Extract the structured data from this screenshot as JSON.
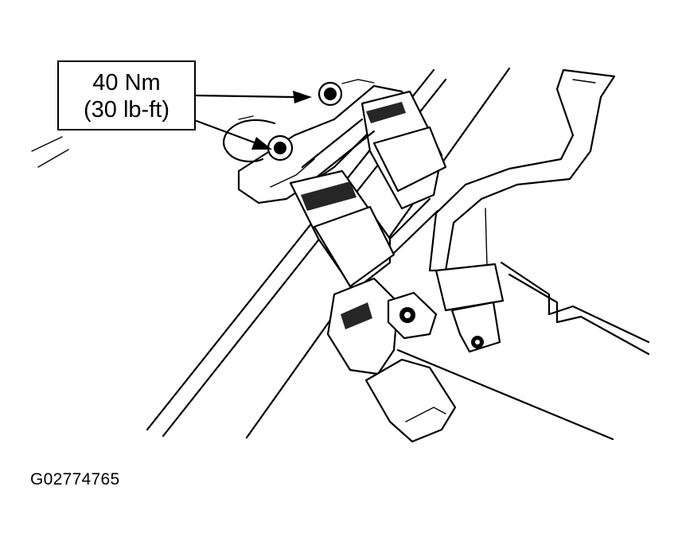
{
  "torque_callout": {
    "line1": "40 Nm",
    "line2": "(30 lb-ft)"
  },
  "figure_id": "G02774765",
  "colors": {
    "ink": "#000000",
    "paper": "#ffffff"
  }
}
